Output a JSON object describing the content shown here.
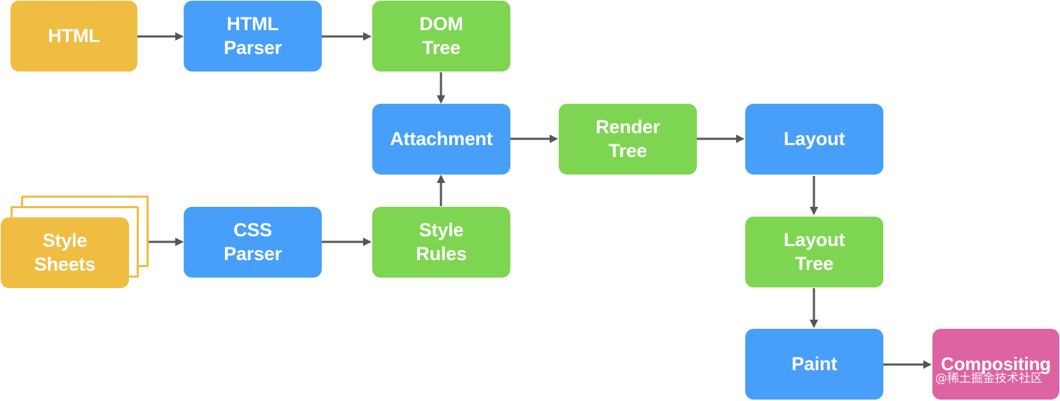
{
  "diagram": {
    "nodes": {
      "html": "HTML",
      "html_parser": "HTML\nParser",
      "dom_tree": "DOM\nTree",
      "attachment": "Attachment",
      "render_tree": "Render\nTree",
      "layout": "Layout",
      "style_sheets": "Style\nSheets",
      "css_parser": "CSS\nParser",
      "style_rules": "Style\nRules",
      "layout_tree": "Layout\nTree",
      "paint": "Paint",
      "compositing": "Compositing"
    },
    "watermark": "@稀土掘金技术社区",
    "colors": {
      "source": "#efbd42",
      "process": "#479ffa",
      "structure": "#7ed552",
      "compositing": "#dd63a2",
      "arrow": "#555555"
    }
  }
}
